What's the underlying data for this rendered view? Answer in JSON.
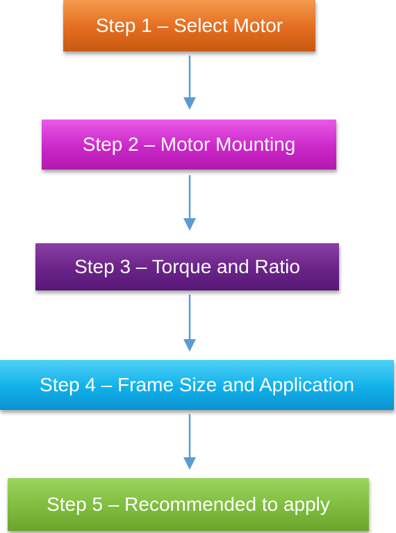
{
  "steps": [
    {
      "label": "Step 1 – Select Motor",
      "color": "#e46c1f"
    },
    {
      "label": "Step 2 – Motor Mounting",
      "color": "#cc27c9"
    },
    {
      "label": "Step 3 – Torque and Ratio",
      "color": "#6a2387"
    },
    {
      "label": "Step 4 – Frame Size and Application",
      "color": "#10b0ea"
    },
    {
      "label": "Step 5 – Recommended to apply",
      "color": "#7fbc3f"
    }
  ],
  "arrow_color": "#5b9bd5"
}
